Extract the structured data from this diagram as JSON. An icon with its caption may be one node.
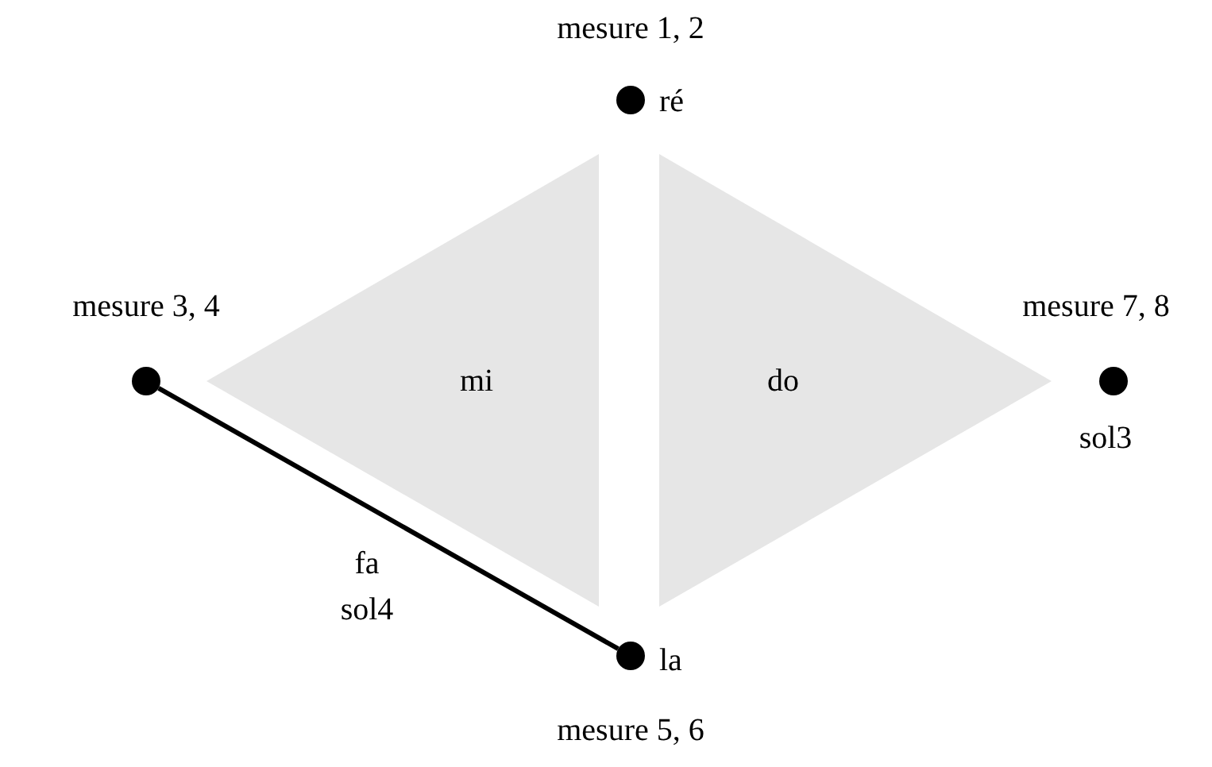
{
  "diagram": {
    "nodes": [
      {
        "text": [],
        "shape": "circle",
        "beside": [
          "mesure 1, 2",
          "ré"
        ]
      },
      {
        "text": [],
        "shape": "circle"
      },
      {
        "text": [
          "mi"
        ]
      },
      {
        "text": [
          "do"
        ]
      },
      {
        "text": [],
        "shape": "circle",
        "beside": [
          "sol3"
        ]
      },
      {
        "text": [],
        "shape": "circle",
        "beside": [
          "la",
          "mesure 5, 6"
        ]
      }
    ],
    "edges": [
      {
        "from": 1,
        "to": 5,
        "arrow": "none",
        "label": "fa sol4"
      }
    ],
    "labels": [
      "mesure 3, 4",
      "mesure 7, 8"
    ]
  }
}
